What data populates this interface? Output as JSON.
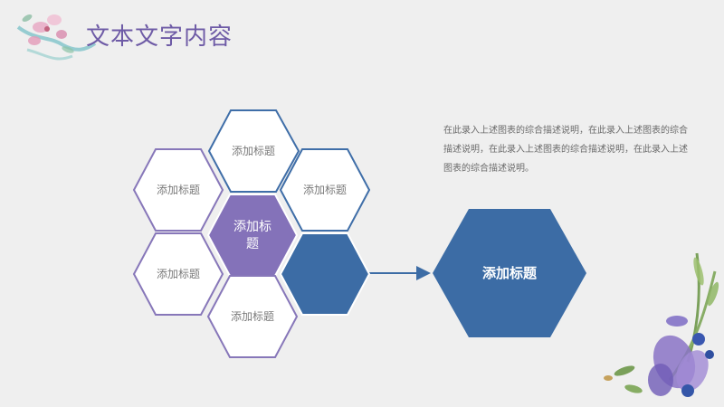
{
  "slide": {
    "title": "文本文字内容",
    "description": "在此录入上述图表的综合描述说明，在此录入上述图表的综合描述说明，在此录入上述图表的综合描述说明，在此录入上述图表的综合描述说明。"
  },
  "hexagons": {
    "top": "添加标题",
    "upper_left": "添加标题",
    "upper_right": "添加标题",
    "center_line1": "添加标",
    "center_line2": "题",
    "lower_left": "添加标题",
    "bottom": "添加标题",
    "target": "添加标题"
  },
  "colors": {
    "background": "#efefef",
    "title": "#6e5ba6",
    "hex_outline_blue": "#3f6ea8",
    "hex_outline_purple": "#8777b9",
    "center_fill": "#8472b9",
    "accent_blue": "#3c6ca5",
    "hex_fill": "#ffffff"
  },
  "decorations": {
    "top_left": "floral-ribbon-illustration",
    "bottom_right": "purple-iris-flower-illustration"
  }
}
